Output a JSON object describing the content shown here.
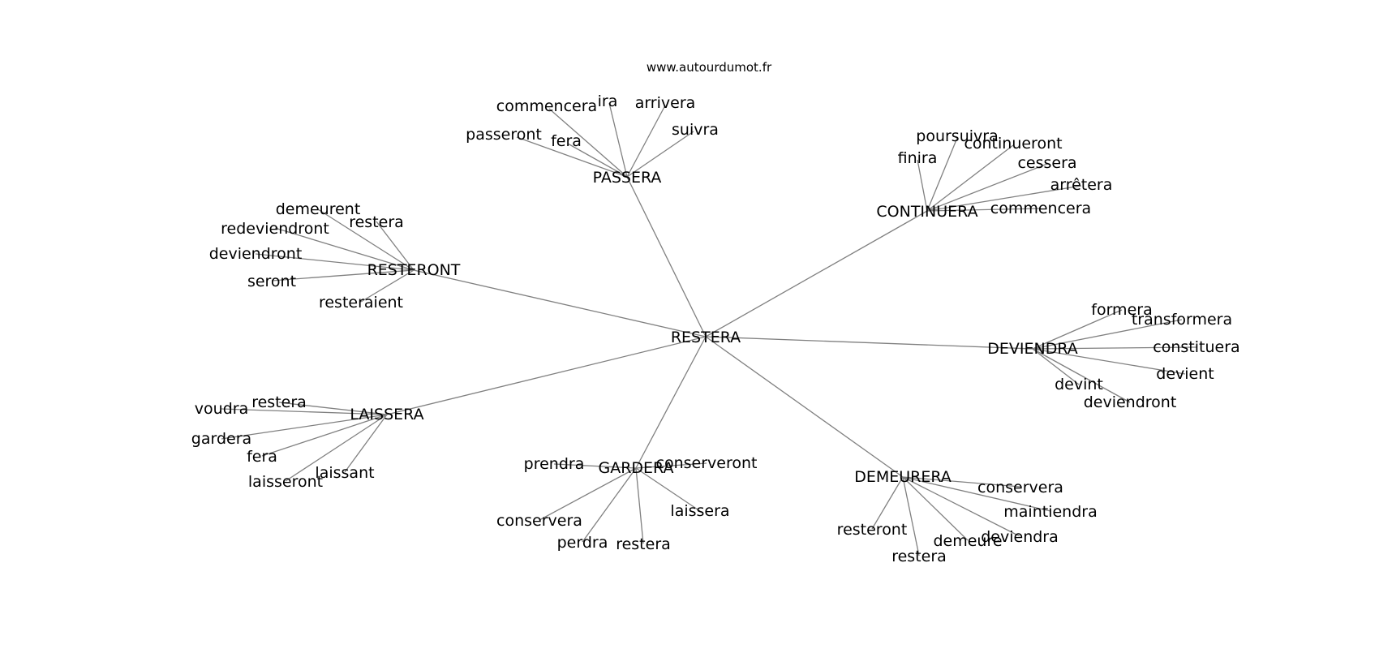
{
  "site": "www.autourdumot.fr",
  "center": "RESTERA",
  "clusters": [
    {
      "id": "passera",
      "label": "PASSERA",
      "words": [
        "ira",
        "arrivera",
        "commencera",
        "suivra",
        "passeront",
        "fera"
      ]
    },
    {
      "id": "continuera",
      "label": "CONTINUERA",
      "words": [
        "poursuivra",
        "continueront",
        "finira",
        "cessera",
        "arrêtera",
        "commencera"
      ]
    },
    {
      "id": "resteront",
      "label": "RESTERONT",
      "words": [
        "demeurent",
        "restera",
        "redeviendront",
        "deviendront",
        "seront",
        "resteraient"
      ]
    },
    {
      "id": "deviendra",
      "label": "DEVIENDRA",
      "words": [
        "formera",
        "transformera",
        "constituera",
        "devient",
        "devint",
        "deviendront"
      ]
    },
    {
      "id": "laissera",
      "label": "LAISSERA",
      "words": [
        "voudra",
        "restera",
        "gardera",
        "fera",
        "laisseront",
        "laissant"
      ]
    },
    {
      "id": "gardera",
      "label": "GARDERA",
      "words": [
        "prendra",
        "conserveront",
        "laissera",
        "conservera",
        "perdra",
        "restera"
      ]
    },
    {
      "id": "demeurera",
      "label": "DEMEURERA",
      "words": [
        "conservera",
        "maintiendra",
        "resteront",
        "deviendra",
        "demeure",
        "restera"
      ]
    }
  ]
}
